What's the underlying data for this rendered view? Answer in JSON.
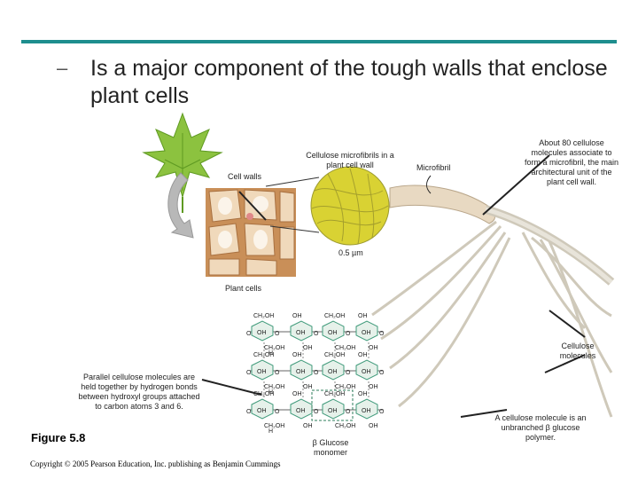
{
  "slide": {
    "dash": "–",
    "bullet": "Is a major component of the tough walls that enclose plant cells"
  },
  "labels": {
    "cell_walls": "Cell walls",
    "microfibrils": "Cellulose microfibrils in a plant cell wall",
    "microfibril": "Microfibril",
    "about80": "About 80 cellulose molecules associate to form a microfibril, the main architectural unit of the plant cell wall.",
    "scale": "0.5 µm",
    "plant_cells": "Plant cells",
    "cellulose_molecules": "Cellulose molecules",
    "parallel": "Parallel cellulose molecules are held together by hydrogen bonds between hydroxyl groups attached to carbon atoms 3 and 6.",
    "glucose": "β Glucose monomer",
    "unbranched": "A cellulose molecule is an unbranched β glucose polymer."
  },
  "figure": "Figure 5.8",
  "copyright": "Copyright © 2005 Pearson Education, Inc. publishing as Benjamin Cummings",
  "chem": {
    "ch2oh": "CH₂OH",
    "oh": "OH",
    "o": "O",
    "h": "H"
  },
  "colors": {
    "accent_line": "#1e8e8e",
    "leaf": "#8cc23f",
    "cell_wall": "#c98f58",
    "cell_interior": "#f0d9bb",
    "microfibril_disc": "#d9d233",
    "fibre": "#c9c4b4",
    "ring": "#3f9a7a"
  }
}
